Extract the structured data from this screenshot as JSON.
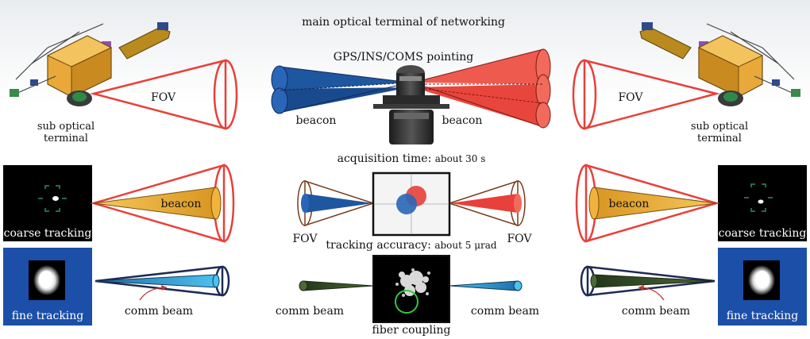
{
  "title": "main optical terminal of networking",
  "gps_label": "GPS/INS/COMS pointing",
  "sub_terminal_left": [
    "sub optical",
    "terminal"
  ],
  "sub_terminal_right": [
    "sub optical",
    "terminal"
  ],
  "fov_left": "FOV",
  "fov_right": "FOV",
  "beacon_main_left": "beacon",
  "beacon_main_right": "beacon",
  "acquisition_prefix": "acquisition time:",
  "acquisition_value": "about 30 s",
  "tracking_prefix": "tracking accuracy:",
  "tracking_value": "about 5 μrad",
  "fov_mid_left": "FOV",
  "fov_mid_right": "FOV",
  "beacon_coarse_left": "beacon",
  "beacon_coarse_right": "beacon",
  "coarse_tracking_left": "coarse tracking",
  "coarse_tracking_right": "coarse tracking",
  "fine_tracking_left": "fine tracking",
  "fine_tracking_right": "fine tracking",
  "comm_beam_fine_left": "comm beam",
  "comm_beam_fine_right": "comm beam",
  "comm_beam_center_left": "comm beam",
  "comm_beam_center_right": "comm beam",
  "fiber_coupling": "fiber coupling",
  "colors": {
    "beacon_red": "#e8403a",
    "beacon_blue": "#1f56a0",
    "beacon_yellow": "#f0b43c",
    "comm_cyan": "#3aa6e0",
    "comm_green": "#2e4a22",
    "fine_panel": "#1b4fa8",
    "outline_navy": "#1e2a55"
  }
}
